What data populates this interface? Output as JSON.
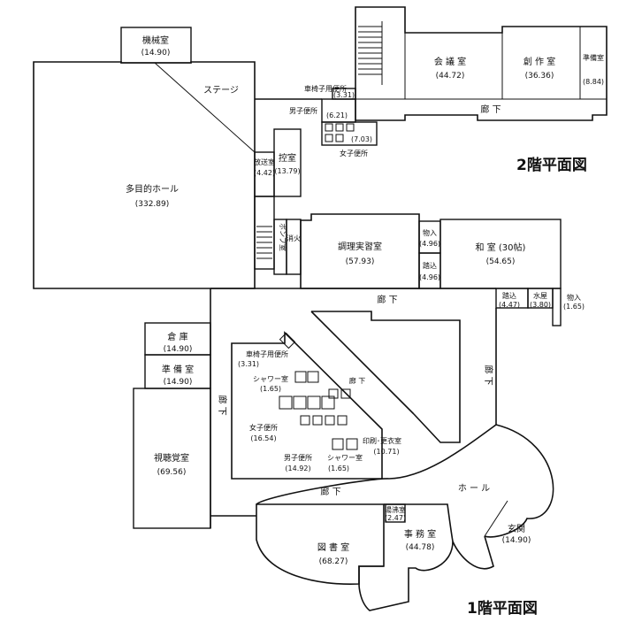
{
  "floor2": {
    "title": "2階平面図",
    "rooms": {
      "kikai": {
        "label": "機械室",
        "area": "(14.90)"
      },
      "stage": {
        "label": "ステージ"
      },
      "hall": {
        "label": "多目的ホール",
        "area": "(332.89)"
      },
      "hoso": {
        "label": "放送室",
        "area": "(4.42)"
      },
      "hikae": {
        "label": "控室",
        "area": "(13.79)"
      },
      "pump": {
        "label": "ポンプ室"
      },
      "shoka": {
        "label": "消火"
      },
      "kurumaisu": {
        "label": "車椅子用便所",
        "area": "(3.31)"
      },
      "danshi": {
        "label": "男子便所",
        "area": "(6.21)"
      },
      "joshi": {
        "label": "女子便所",
        "area": "(7.03)"
      },
      "kaigi": {
        "label": "会 議 室",
        "area": "(44.72)"
      },
      "sosaku": {
        "label": "創 作 室",
        "area": "(36.36)"
      },
      "junbi": {
        "label": "準備室",
        "area": "(8.84)"
      },
      "roka": {
        "label": "廊 下"
      },
      "chori": {
        "label": "調理実習室",
        "area": "(57.93)"
      },
      "monoire": {
        "label": "物入",
        "area": "(4.96)"
      },
      "fumikomi": {
        "label": "踏込",
        "area": "(4.96)"
      },
      "washitsu": {
        "label": "和 室 (30帖)",
        "area": "(54.65)"
      }
    }
  },
  "floor1": {
    "title": "1階平面図",
    "rooms": {
      "fumikomi": {
        "label": "踏込",
        "area": "(4.47)"
      },
      "mizuya": {
        "label": "水屋",
        "area": "(3.80)"
      },
      "monoire": {
        "label": "物入",
        "area": "(1.65)"
      },
      "soko": {
        "label": "倉 庫",
        "area": "(14.90)"
      },
      "junbi": {
        "label": "準 備 室",
        "area": "(14.90)"
      },
      "shichokaku": {
        "label": "視聴覚室",
        "area": "(69.56)"
      },
      "kurumaisu": {
        "label": "車椅子用便所",
        "area": "(3.31)"
      },
      "shower1": {
        "label": "シャワー室",
        "area": "(1.65)"
      },
      "joshi": {
        "label": "女子便所",
        "area": "(16.54)"
      },
      "danshi": {
        "label": "男子便所",
        "area": "(14.92)"
      },
      "shower2": {
        "label": "シャワー室",
        "area": "(1.65)"
      },
      "insatsu": {
        "label": "印刷･更衣室",
        "area": "(10.71)"
      },
      "roka_top": {
        "label": "廊 下"
      },
      "roka_left": {
        "label": "廊 下"
      },
      "roka_mid": {
        "label": "廊 下"
      },
      "roka_bottom": {
        "label": "廊 下"
      },
      "roka_right": {
        "label": "廊 下"
      },
      "hall": {
        "label": "ホ ー ル"
      },
      "konsho": {
        "label": "湯沸室",
        "area": "(2.47)"
      },
      "jimu": {
        "label": "事 務 室",
        "area": "(44.78)"
      },
      "tosho": {
        "label": "図 書 室",
        "area": "(68.27)"
      },
      "genkan": {
        "label": "玄関",
        "area": "(14.90)"
      }
    }
  }
}
